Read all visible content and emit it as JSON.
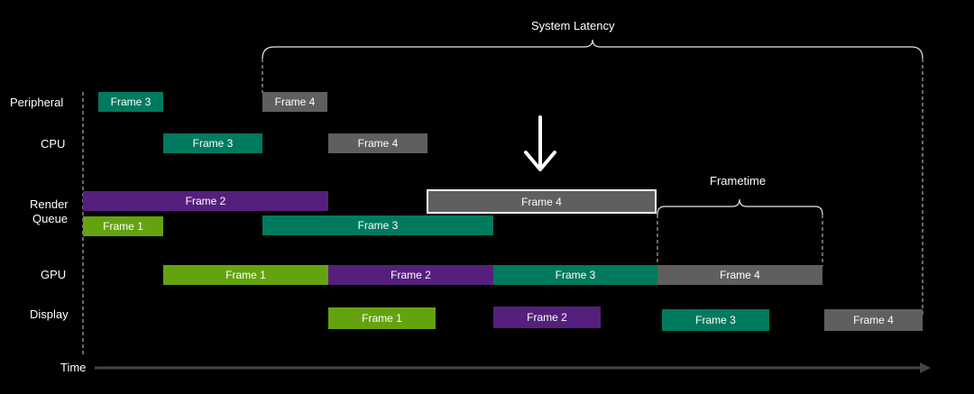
{
  "annotations": {
    "system_latency": "System Latency",
    "frametime": "Frametime"
  },
  "rows": {
    "peripheral": "Peripheral",
    "cpu": "CPU",
    "render_queue_1": "Render",
    "render_queue_2": "Queue",
    "gpu": "GPU",
    "display": "Display"
  },
  "axis": {
    "time_label": "Time"
  },
  "blocks": {
    "peripheral_f3": "Frame 3",
    "peripheral_f4": "Frame 4",
    "cpu_f3": "Frame 3",
    "cpu_f4": "Frame 4",
    "rq_f2": "Frame 2",
    "rq_f4": "Frame 4",
    "rq_f1": "Frame 1",
    "rq_f3": "Frame 3",
    "gpu_f1": "Frame 1",
    "gpu_f2": "Frame 2",
    "gpu_f3": "Frame 3",
    "gpu_f4": "Frame 4",
    "display_f1": "Frame 1",
    "display_f2": "Frame 2",
    "display_f3": "Frame 3",
    "display_f4": "Frame 4"
  },
  "colors": {
    "frame1": "#64a30f",
    "frame2": "#55207d",
    "frame3": "#007a5e",
    "frame4": "#5f5f5f",
    "background": "#000000"
  }
}
